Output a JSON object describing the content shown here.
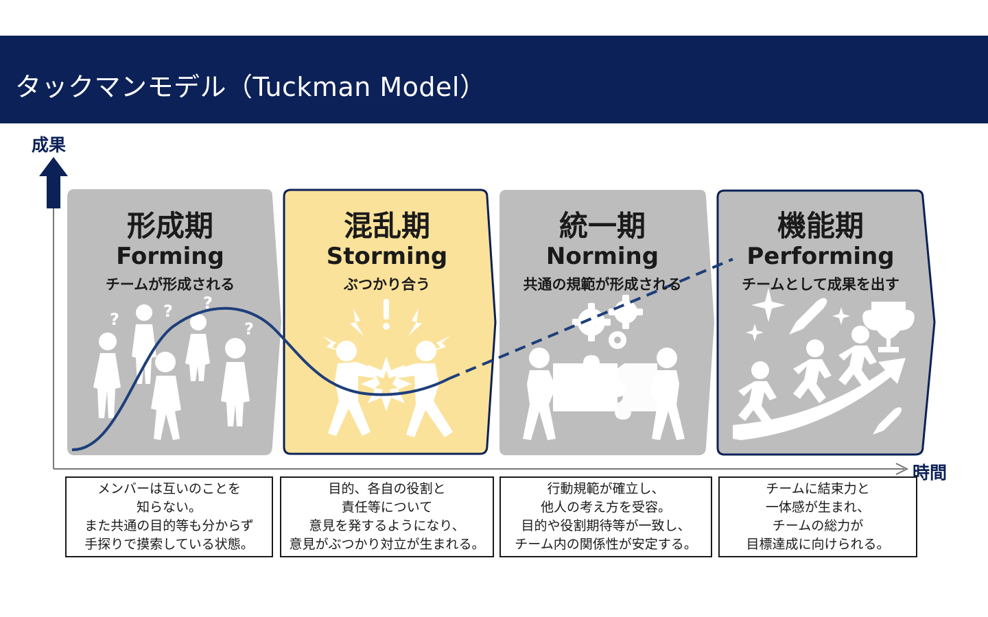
{
  "header": {
    "title": "タックマンモデル（Tuckman Model）"
  },
  "axes": {
    "y_label": "成果",
    "x_label": "時間"
  },
  "stages": [
    {
      "title": "形成期",
      "english": "Forming",
      "subtitle": "チームが形成される",
      "description": [
        "メンバーは互いのことを",
        "知らない。",
        "また共通の目的等も分からず",
        "手探りで摸索している状態。"
      ],
      "fill": "#bdbdbd",
      "border": "none"
    },
    {
      "title": "混乱期",
      "english": "Storming",
      "subtitle": "ぶつかり合う",
      "description": [
        "目的、各自の役割と",
        "責任等について",
        "意見を発するようになり、",
        "意見がぶつかり対立が生まれる。"
      ],
      "fill": "#fbe29a",
      "border": "#0c2157"
    },
    {
      "title": "統一期",
      "english": "Norming",
      "subtitle": "共通の規範が形成される",
      "description": [
        "行動規範が確立し、",
        "他人の考え方を受容。",
        "目的や役割期待等が一致し、",
        "チーム内の関係性が安定する。"
      ],
      "fill": "#bdbdbd",
      "border": "none"
    },
    {
      "title": "機能期",
      "english": "Performing",
      "subtitle": "チームとして成果を出す",
      "description": [
        "チームに結束力と",
        "一体感が生まれ、",
        "チームの総力が",
        "目標達成に向けられる。"
      ],
      "fill": "#bdbdbd",
      "border": "#0c2157"
    }
  ],
  "colors": {
    "navy": "#0c2157",
    "curve": "#1d3f7a",
    "icon": "#ffffff"
  },
  "icons": [
    "confused-people-icon",
    "fighting-people-icon",
    "puzzle-gears-icon",
    "running-team-trophy-icon"
  ]
}
